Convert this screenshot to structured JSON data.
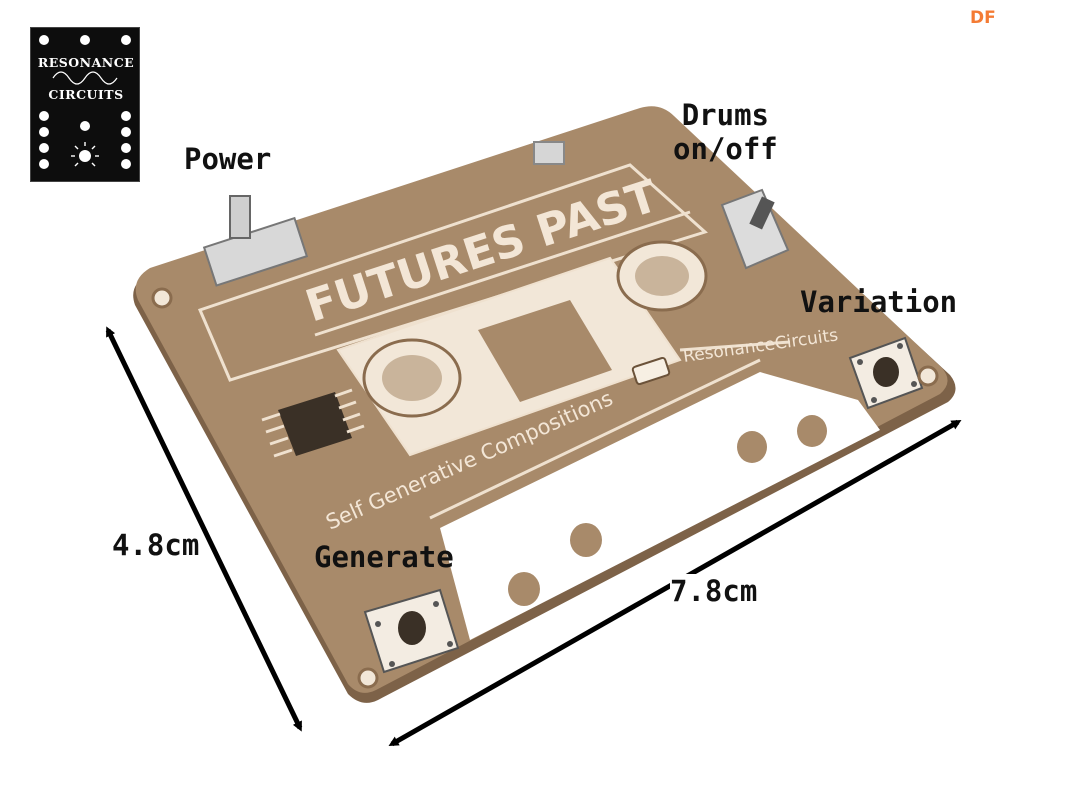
{
  "watermark": "DF",
  "logo": {
    "line1": "RESONANCE",
    "line2": "CIRCUITS"
  },
  "labels": {
    "power": "Power",
    "drums": "Drums\non/off",
    "variation": "Variation",
    "generate": "Generate",
    "height": "4.8cm",
    "width": "7.8cm"
  },
  "board": {
    "title": "FUTURES PAST",
    "subtitle": "Self Generative Compositions",
    "brand": "ResonanceCircuits"
  },
  "colors": {
    "pcb": "#a88a6a",
    "pcb_dark": "#8a6c4e",
    "silk": "#efe1cf",
    "text": "#111111",
    "accent": "#f47b34"
  }
}
